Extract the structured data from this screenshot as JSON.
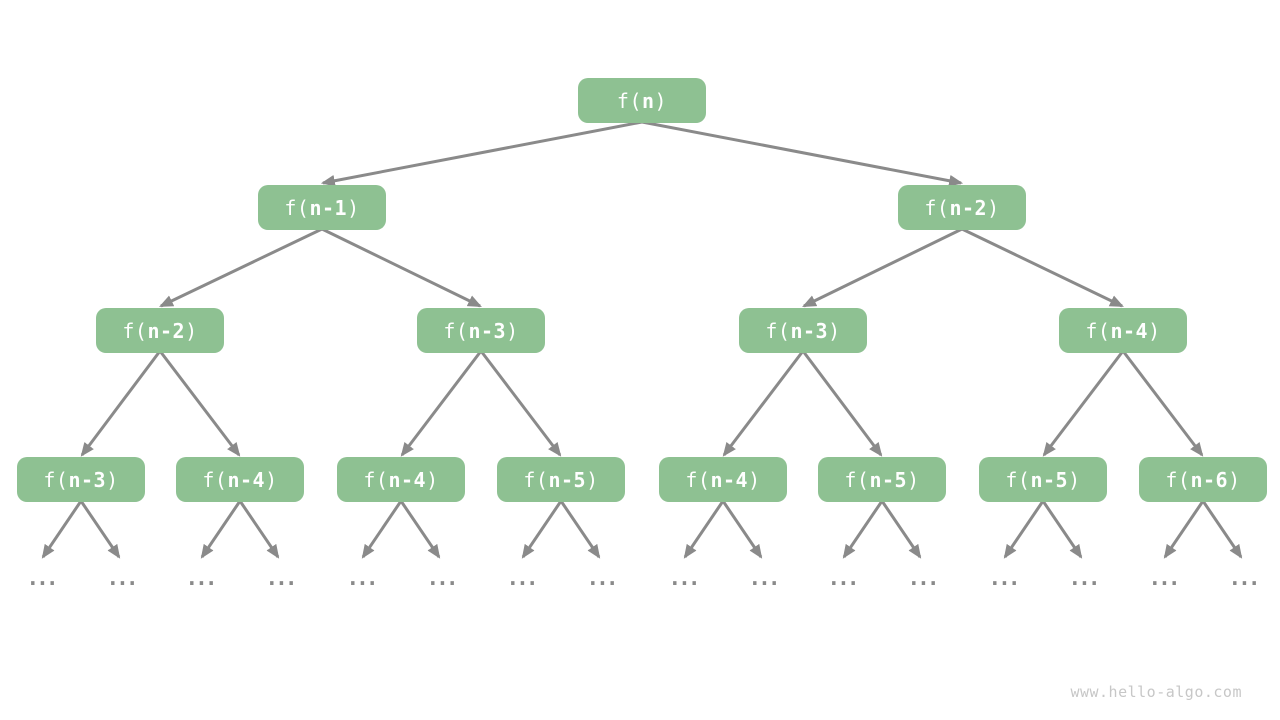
{
  "nodes": [
    {
      "prefix": "f(",
      "arg": "n",
      "suffix": ")"
    },
    {
      "prefix": "f(",
      "arg": "n-1",
      "suffix": ")"
    },
    {
      "prefix": "f(",
      "arg": "n-2",
      "suffix": ")"
    },
    {
      "prefix": "f(",
      "arg": "n-2",
      "suffix": ")"
    },
    {
      "prefix": "f(",
      "arg": "n-3",
      "suffix": ")"
    },
    {
      "prefix": "f(",
      "arg": "n-3",
      "suffix": ")"
    },
    {
      "prefix": "f(",
      "arg": "n-4",
      "suffix": ")"
    },
    {
      "prefix": "f(",
      "arg": "n-3",
      "suffix": ")"
    },
    {
      "prefix": "f(",
      "arg": "n-4",
      "suffix": ")"
    },
    {
      "prefix": "f(",
      "arg": "n-4",
      "suffix": ")"
    },
    {
      "prefix": "f(",
      "arg": "n-5",
      "suffix": ")"
    },
    {
      "prefix": "f(",
      "arg": "n-4",
      "suffix": ")"
    },
    {
      "prefix": "f(",
      "arg": "n-5",
      "suffix": ")"
    },
    {
      "prefix": "f(",
      "arg": "n-5",
      "suffix": ")"
    },
    {
      "prefix": "f(",
      "arg": "n-6",
      "suffix": ")"
    }
  ],
  "ellipsis": "...",
  "watermark": "www.hello-algo.com",
  "colors": {
    "node_fill": "#8ec192",
    "node_text": "#ffffff",
    "arrow": "#8a8a8a",
    "ellipsis": "#8a8a8a",
    "watermark": "#c7c7c7"
  }
}
